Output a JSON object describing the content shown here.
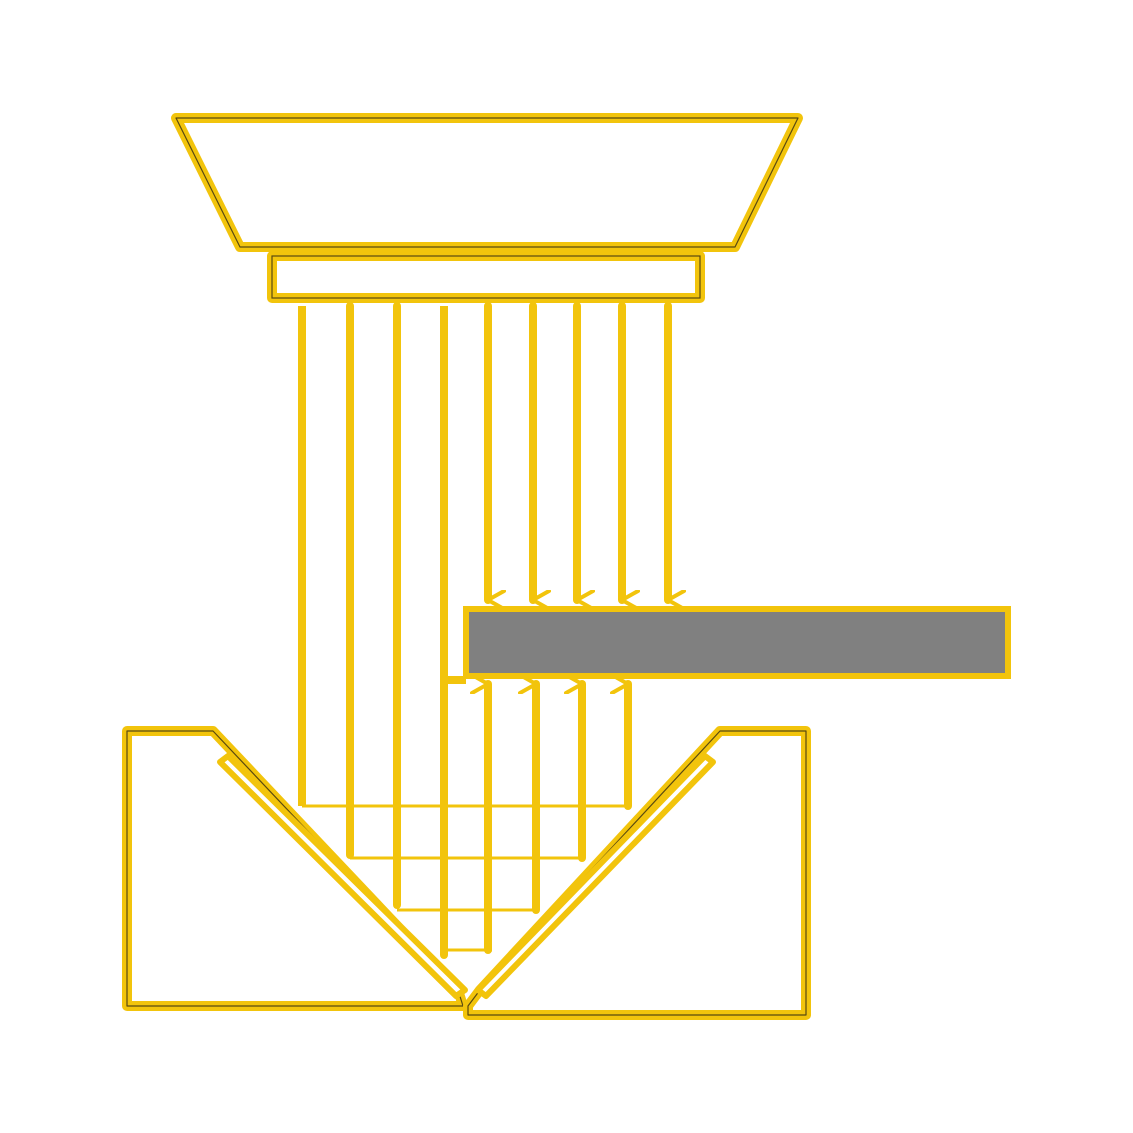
{
  "colors": {
    "outline": "#f2c40c",
    "inner": "#5a4a10",
    "fill": "#ffffff",
    "sample": "#808080",
    "background": "#ffffff"
  },
  "diagram": {
    "components": [
      "reflector-housing",
      "lamp-collar",
      "light-beams",
      "v-reflector-block",
      "sample-strip"
    ]
  }
}
